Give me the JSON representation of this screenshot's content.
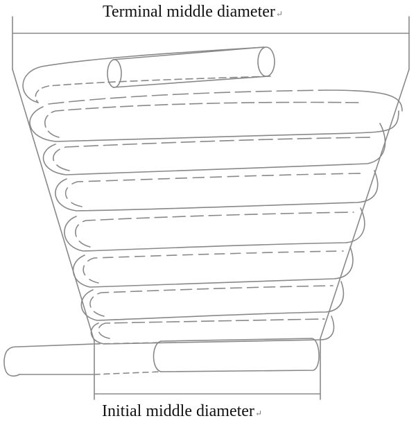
{
  "labels": {
    "top": "Terminal middle diameter",
    "bottom": "Initial middle diameter",
    "return_mark": "↵"
  },
  "colors": {
    "line": "#888888",
    "text": "#111111"
  },
  "coil": {
    "turns": 8
  }
}
